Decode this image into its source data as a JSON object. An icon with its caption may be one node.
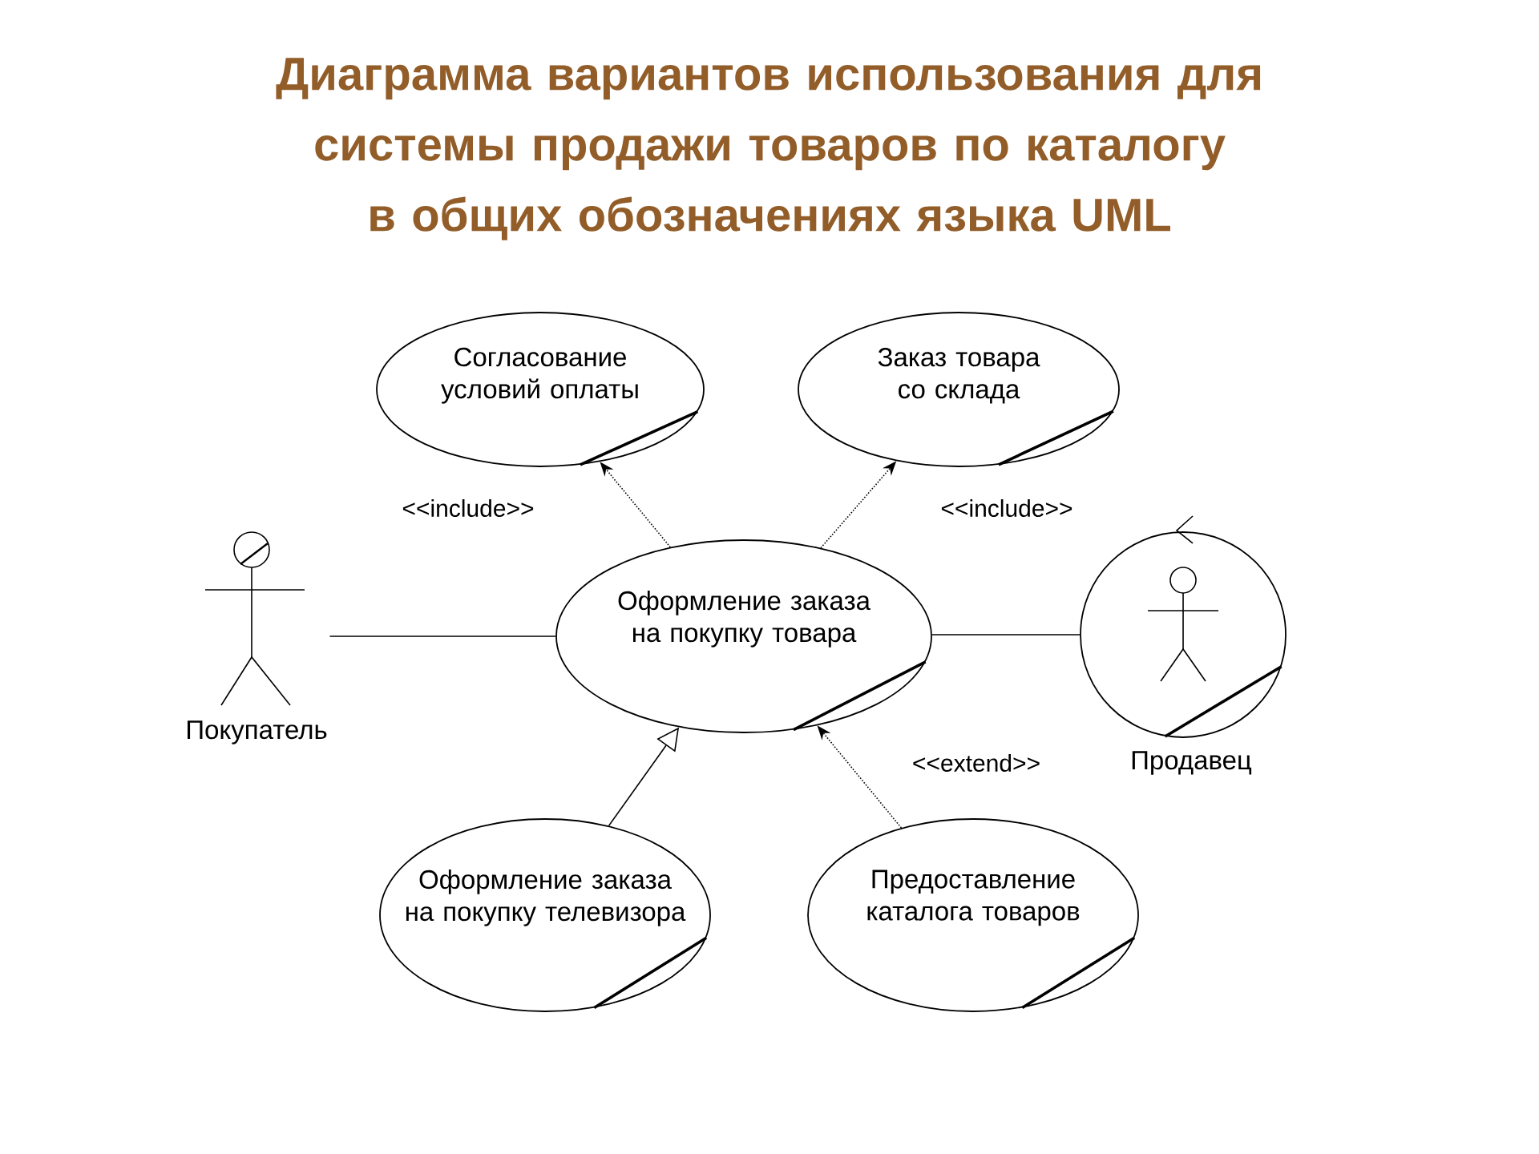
{
  "diagram": {
    "title": "Диаграмма вариантов использования для системы продажи товаров по каталогу в общих обозначениях языка UML",
    "nodes": [
      {
        "text": [
          "Покупатель"
        ]
      },
      {
        "text": [
          "Согласование условий оплаты"
        ]
      },
      {
        "text": [
          "Заказ товара со склада"
        ]
      },
      {
        "text": [
          "Оформление заказа на покупку товара"
        ]
      },
      {
        "text": [
          "Продавец"
        ]
      },
      {
        "text": [
          "Оформление заказа на покупку телевизора"
        ]
      },
      {
        "text": [
          "Предоставление каталога товаров"
        ]
      }
    ],
    "edges": [
      {
        "from": 0,
        "to": 3,
        "arrow": "none"
      },
      {
        "from": 3,
        "to": 1,
        "arrow": "to",
        "style": "dashed",
        "label": "<<include>>"
      },
      {
        "from": 3,
        "to": 2,
        "arrow": "to",
        "style": "dashed",
        "label": "<<include>>"
      },
      {
        "from": 3,
        "to": 4,
        "arrow": "none"
      },
      {
        "from": 5,
        "to": 3,
        "arrow": "to"
      },
      {
        "from": 6,
        "to": 3,
        "arrow": "to",
        "style": "dashed",
        "label": "<<extend>>"
      }
    ]
  }
}
